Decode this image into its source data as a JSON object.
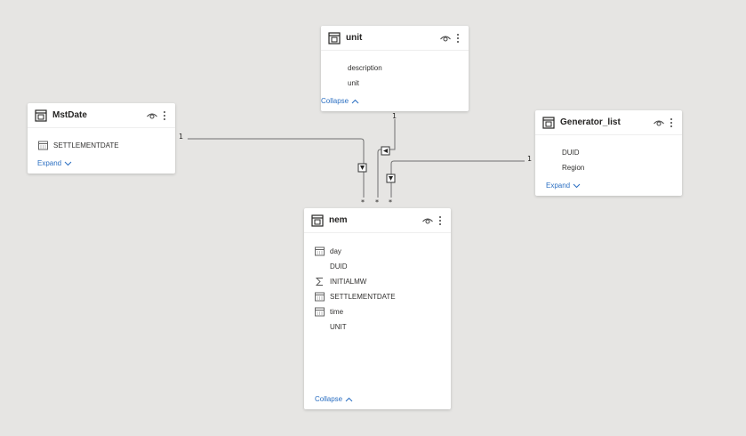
{
  "tables": {
    "unit": {
      "title": "unit",
      "fields": [
        "description",
        "unit"
      ],
      "footer": "Collapse"
    },
    "mstdate": {
      "title": "MstDate",
      "fields": [
        "SETTLEMENTDATE"
      ],
      "footer": "Expand"
    },
    "generator_list": {
      "title": "Generator_list",
      "fields": [
        "DUID",
        "Region"
      ],
      "footer": "Expand"
    },
    "nem": {
      "title": "nem",
      "fields": [
        "day",
        "DUID",
        "INITIALMW",
        "SETTLEMENTDATE",
        "time",
        "UNIT"
      ],
      "footer": "Collapse"
    }
  },
  "relationships": {
    "mstdate_one": "1",
    "unit_one": "1",
    "generator_one": "1",
    "many_marker": "*"
  },
  "colors": {
    "canvas": "#e6e5e3",
    "card": "#ffffff",
    "line": "#666666",
    "link": "#2b6fc2"
  }
}
